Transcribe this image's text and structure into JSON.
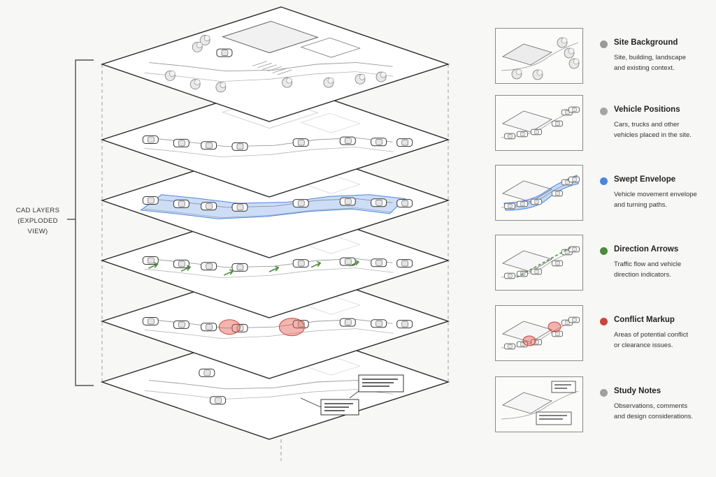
{
  "diagram": {
    "bracket_label_line1": "CAD LAYERS",
    "bracket_label_line2": "(EXPLODED VIEW)"
  },
  "layers": [
    {
      "title": "Site Background",
      "desc_line1": "Site, building, landscape",
      "desc_line2": "and existing context.",
      "color": "#9a9a9a",
      "kind": "site"
    },
    {
      "title": "Vehicle Positions",
      "desc_line1": "Cars, trucks and other",
      "desc_line2": "vehicles placed in the site.",
      "color": "#a5a5a5",
      "kind": "vehicles"
    },
    {
      "title": "Swept Envelope",
      "desc_line1": "Vehicle movement envelope",
      "desc_line2": "and turning paths.",
      "color": "#4a86e0",
      "kind": "envelope"
    },
    {
      "title": "Direction Arrows",
      "desc_line1": "Traffic flow and vehicle",
      "desc_line2": "direction indicators.",
      "color": "#4c8a3c",
      "kind": "arrows"
    },
    {
      "title": "Conflict Markup",
      "desc_line1": "Areas of potential conflict",
      "desc_line2": "or clearance issues.",
      "color": "#c9463d",
      "kind": "conflict"
    },
    {
      "title": "Study Notes",
      "desc_line1": "Observations, comments",
      "desc_line2": "and design considerations.",
      "color": "#a0a0a0",
      "kind": "notes"
    }
  ],
  "icons": {
    "dot": "color-dot-icon"
  }
}
